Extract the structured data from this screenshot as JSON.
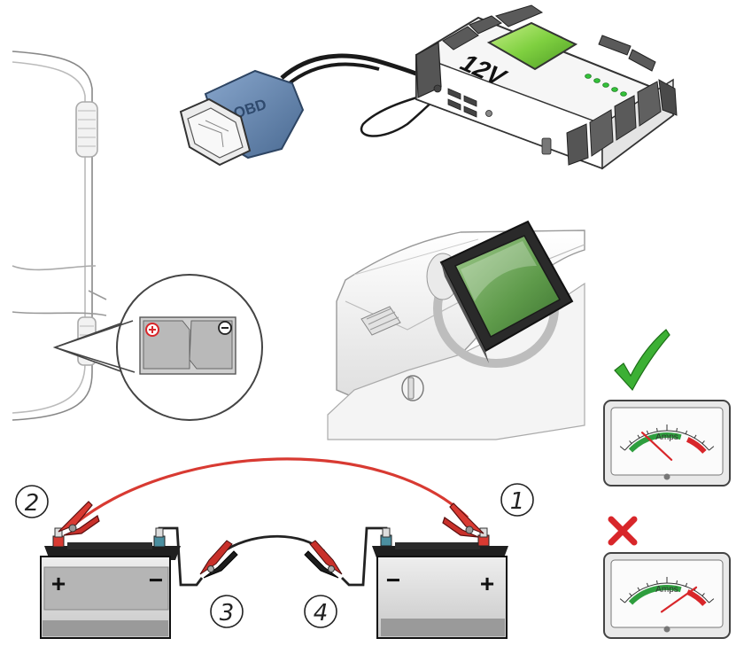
{
  "obd_connector": {
    "label": "OBD"
  },
  "power_pack": {
    "voltage_label": "12V",
    "indicator_leds": 5
  },
  "steps": [
    {
      "number": "1"
    },
    {
      "number": "2"
    },
    {
      "number": "3"
    },
    {
      "number": "4"
    }
  ],
  "left_battery": {
    "plus": "+",
    "minus": "−"
  },
  "right_battery": {
    "plus": "+",
    "minus": "−"
  },
  "gauges": [
    {
      "status": "correct",
      "label": "Amps",
      "needle_fraction": 0.25
    },
    {
      "status": "incorrect",
      "label": "Amps",
      "needle_fraction": 0.8
    }
  ],
  "colors": {
    "obd_blue": "#5f7fa8",
    "led_green": "#34c23a",
    "screen_green": "#7fd040",
    "cable_red": "#d83a32",
    "check_green": "#3cb034",
    "cross_red": "#d8262a",
    "gauge_green": "#2e9e3e",
    "gauge_red": "#d8262a"
  }
}
